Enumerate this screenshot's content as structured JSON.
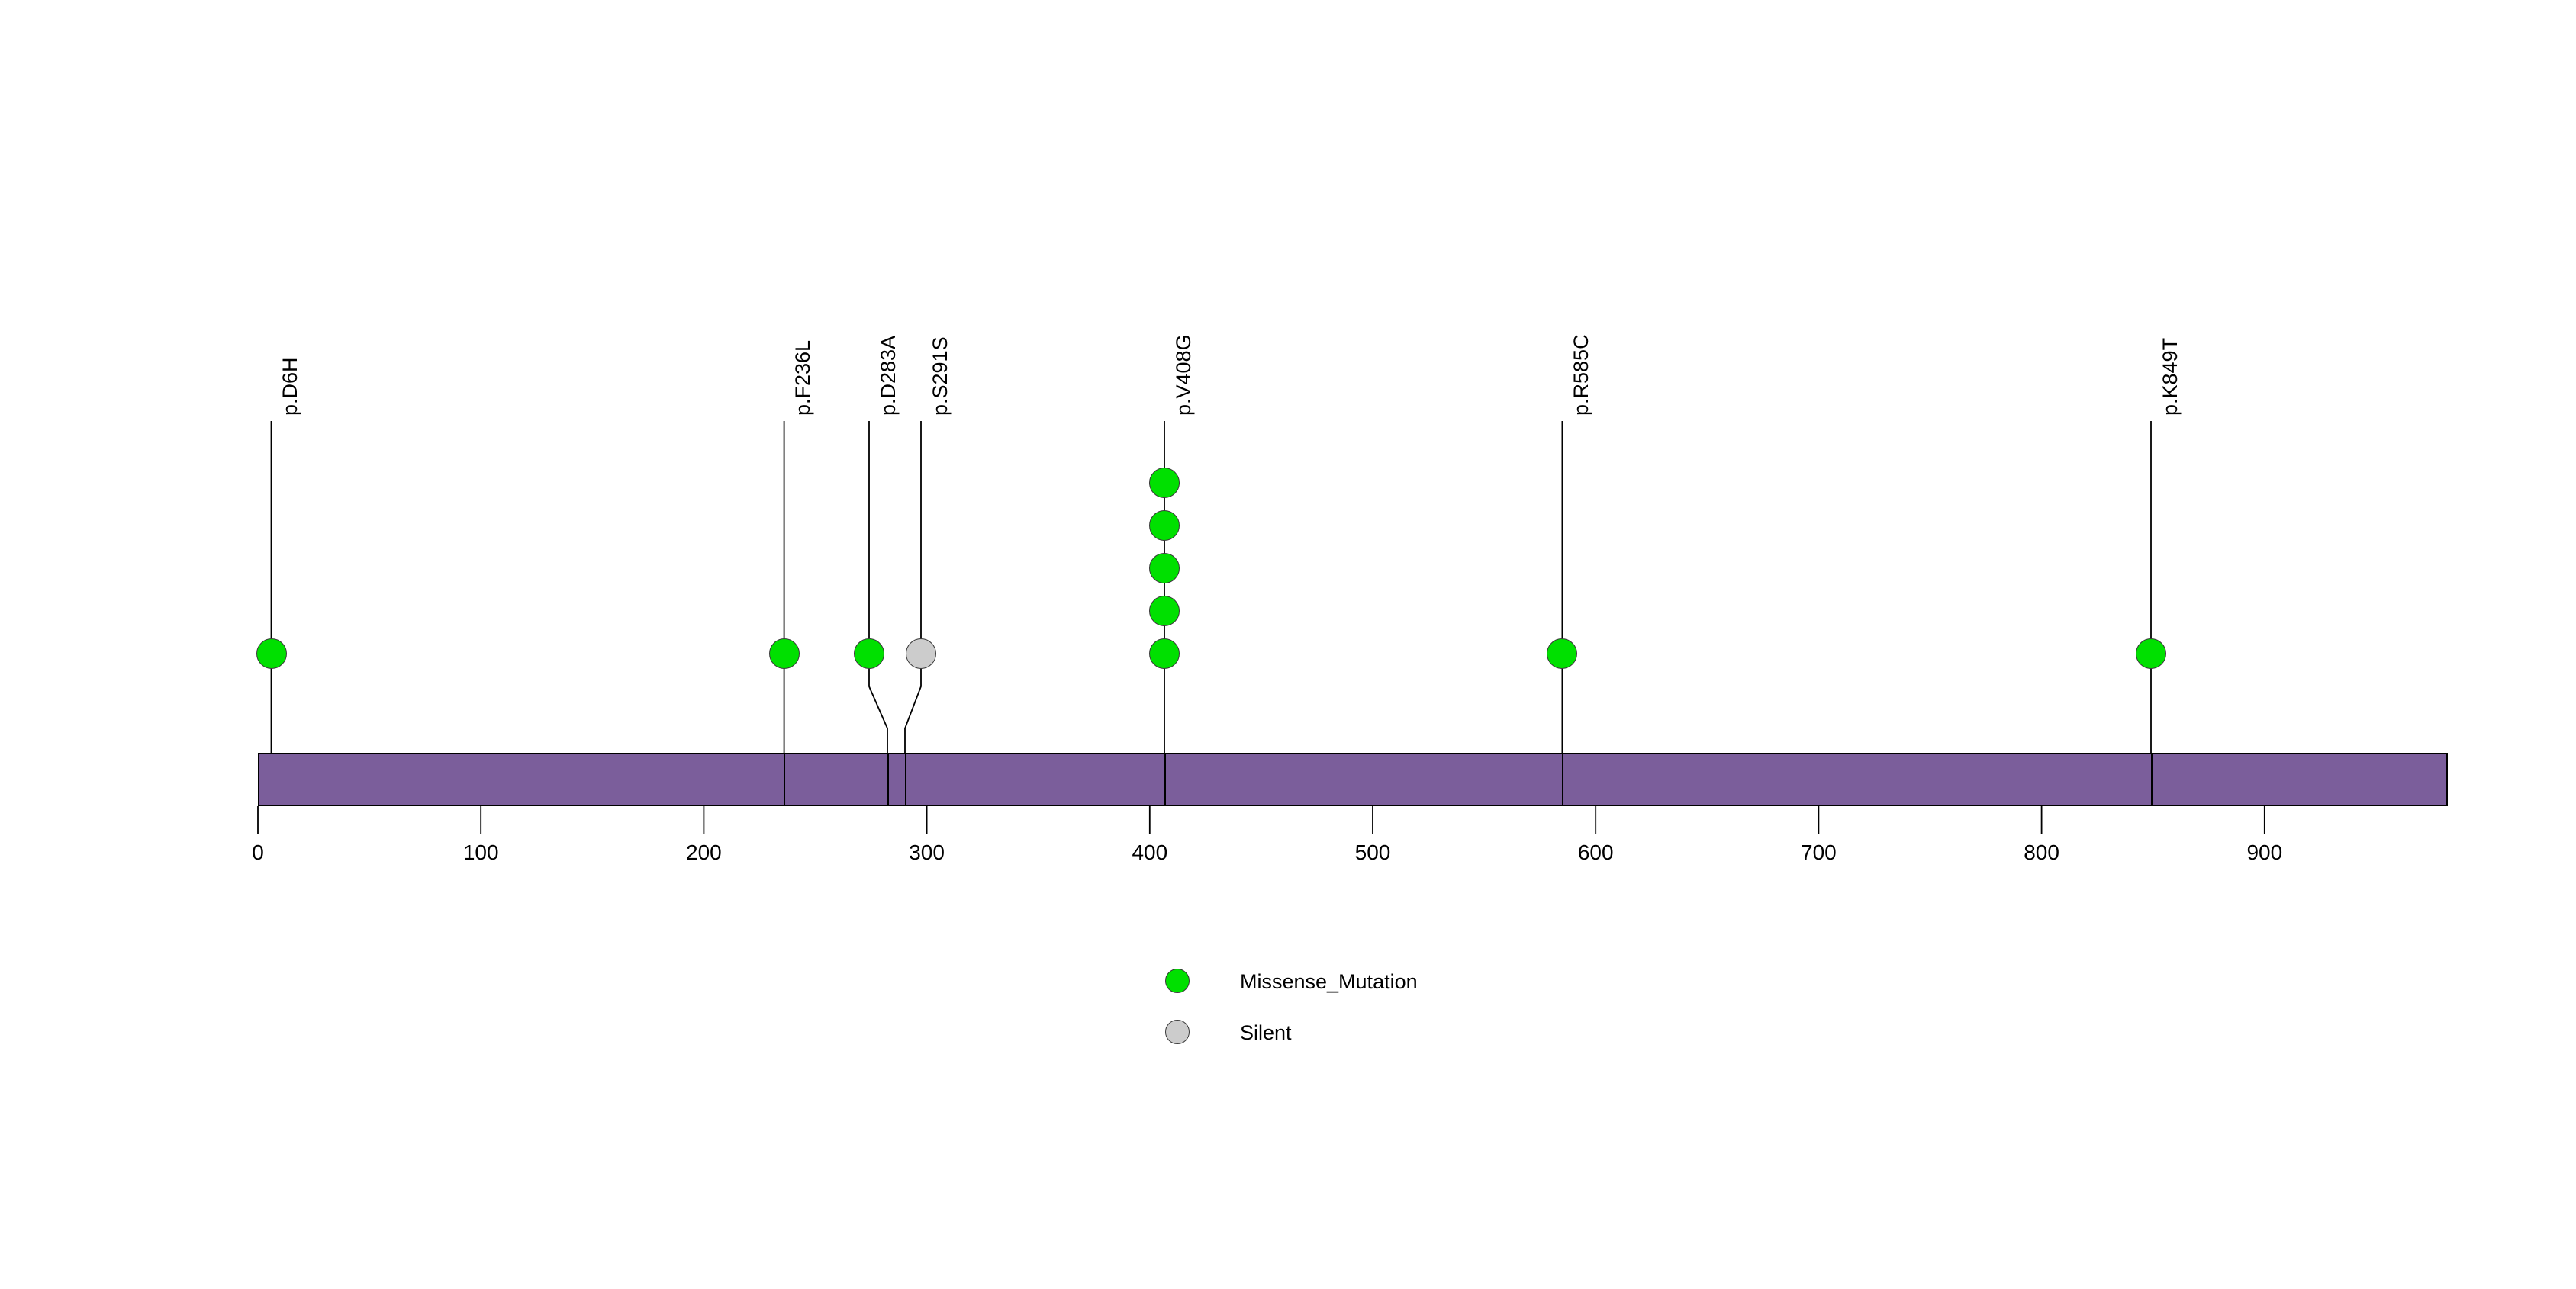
{
  "chart_data": {
    "type": "lollipop",
    "title": "",
    "xlabel": "",
    "ylabel": "",
    "xlim": [
      0,
      982
    ],
    "protein_length": 982,
    "axis_ticks": [
      0,
      100,
      200,
      300,
      400,
      500,
      600,
      700,
      800,
      900
    ],
    "grid": false,
    "protein_bar": {
      "color": "#7B5E9B",
      "start": 0,
      "end": 982,
      "domain_boundaries": [
        236,
        283,
        291,
        408,
        585,
        849
      ]
    },
    "legend": {
      "position": "bottom-center",
      "entries": [
        {
          "label": "Missense_Mutation",
          "color": "#00E000"
        },
        {
          "label": "Silent",
          "color": "#CCCCCC"
        }
      ]
    },
    "mutations": [
      {
        "label": "p.D6H",
        "position": 6,
        "count": 1,
        "type": "Missense_Mutation",
        "color": "#00E000",
        "label_offset": 0
      },
      {
        "label": "p.F236L",
        "position": 236,
        "count": 1,
        "type": "Missense_Mutation",
        "color": "#00E000",
        "label_offset": 0
      },
      {
        "label": "p.D283A",
        "position": 283,
        "count": 1,
        "type": "Missense_Mutation",
        "color": "#00E000",
        "label_offset": -7
      },
      {
        "label": "p.S291S",
        "position": 291,
        "count": 1,
        "type": "Silent",
        "color": "#CCCCCC",
        "label_offset": 7
      },
      {
        "label": "p.V408G",
        "position": 408,
        "count": 5,
        "type": "Missense_Mutation",
        "color": "#00E000",
        "label_offset": 0
      },
      {
        "label": "p.R585C",
        "position": 585,
        "count": 1,
        "type": "Missense_Mutation",
        "color": "#00E000",
        "label_offset": 0
      },
      {
        "label": "p.K849T",
        "position": 849,
        "count": 1,
        "type": "Missense_Mutation",
        "color": "#00E000",
        "label_offset": 0
      }
    ]
  },
  "labels": {
    "m0": "p.D6H",
    "m1": "p.F236L",
    "m2": "p.D283A",
    "m3": "p.S291S",
    "m4": "p.V408G",
    "m5": "p.R585C",
    "m6": "p.K849T"
  },
  "ticks": {
    "t0": "0",
    "t1": "100",
    "t2": "200",
    "t3": "300",
    "t4": "400",
    "t5": "500",
    "t6": "600",
    "t7": "700",
    "t8": "800",
    "t9": "900"
  },
  "legend": {
    "e0": "Missense_Mutation",
    "e1": "Silent"
  },
  "colors": {
    "missense": "#00E000",
    "silent": "#CCCCCC",
    "protein": "#7B5E9B",
    "stroke": "#000000"
  }
}
